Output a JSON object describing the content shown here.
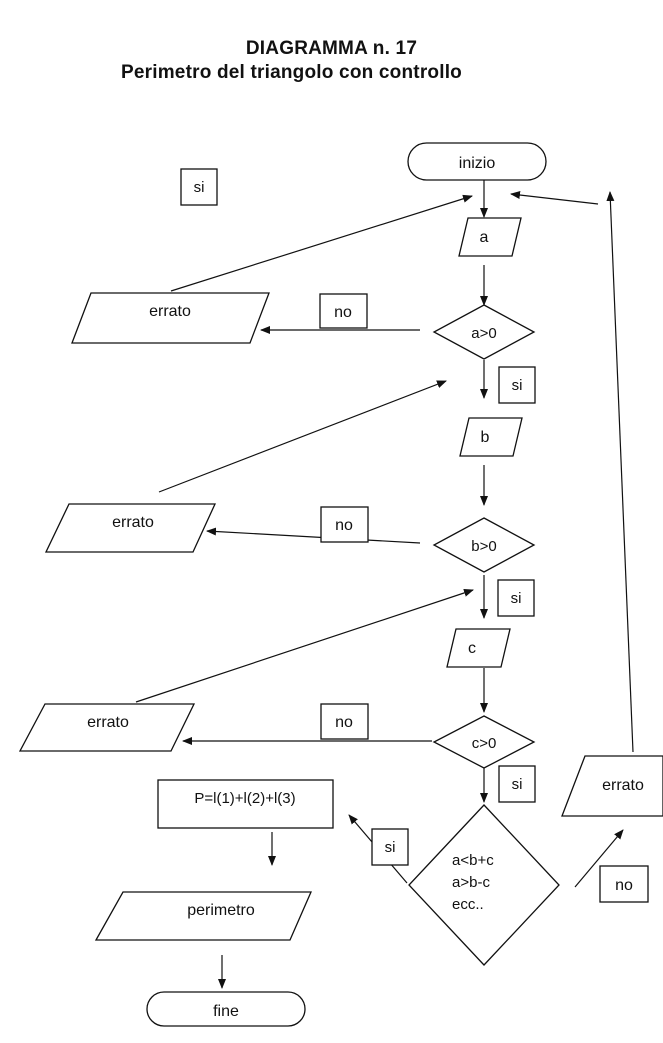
{
  "title": {
    "line1": "DIAGRAMMA n. 17",
    "line2": "Perimetro del triangolo con controllo"
  },
  "nodes": {
    "start": "inizio",
    "input_a": "a",
    "input_b": "b",
    "input_c": "c",
    "cond_a": "a>0",
    "cond_b": "b>0",
    "cond_c": "c>0",
    "cond_triangle": [
      "a<b+c",
      "a>b-c",
      "ecc.."
    ],
    "error_a": "errato",
    "error_b": "errato",
    "error_c": "errato",
    "error_triangle": "errato",
    "formula": "P=l(1)+l(2)+l(3)",
    "output": "perimetro",
    "end": "fine"
  },
  "labels": {
    "si_top": "si",
    "no_a": "no",
    "si_a": "si",
    "no_b": "no",
    "si_b": "si",
    "no_c": "no",
    "si_c": "si",
    "si_triangle": "si",
    "no_triangle": "no"
  }
}
